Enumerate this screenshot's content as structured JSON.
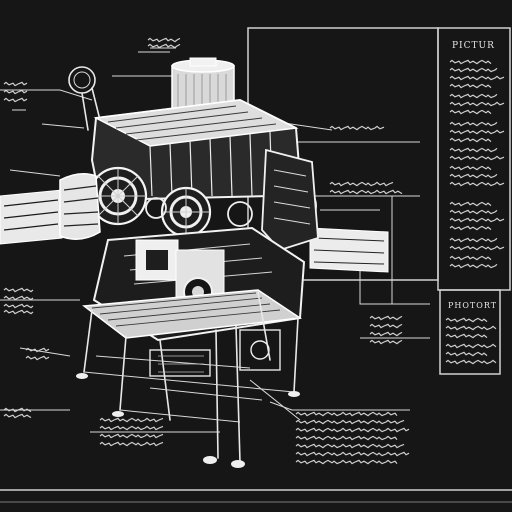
{
  "sheet": {
    "background": "#161616",
    "ink": "#e8e8e8"
  },
  "info_panel": {
    "heading": "PICTUR"
  },
  "sub_panel": {
    "heading": "PHOTORT"
  },
  "icons": [
    "machine-illustration",
    "leader-line",
    "illegible-annotation"
  ]
}
